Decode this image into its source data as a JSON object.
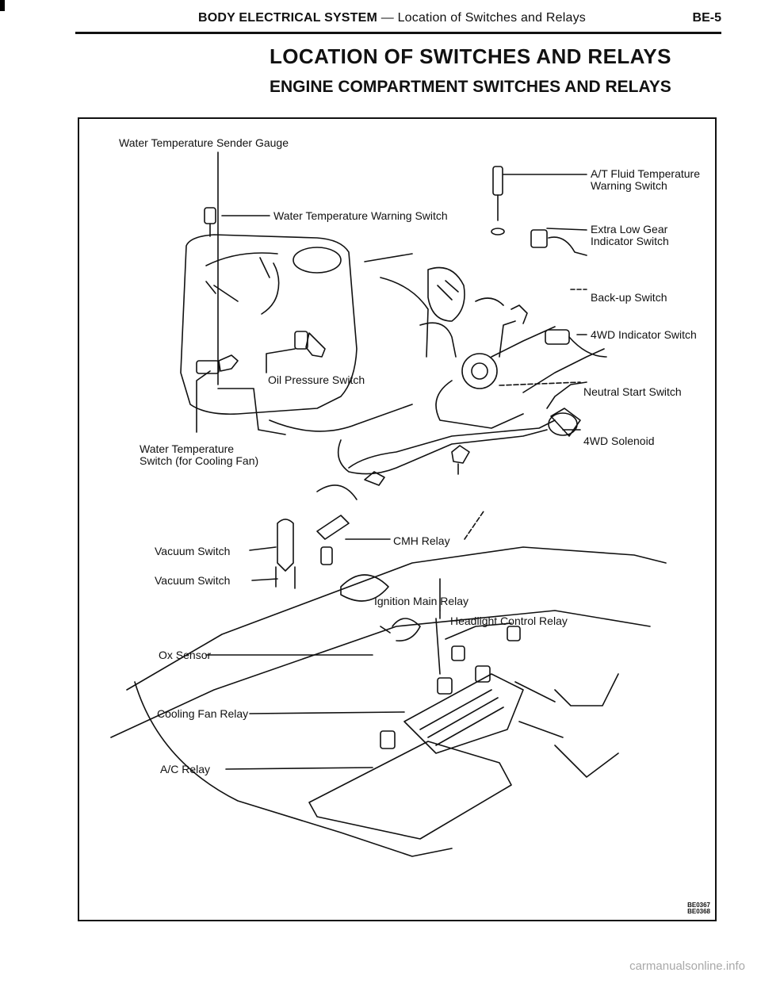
{
  "header": {
    "section": "BODY ELECTRICAL SYSTEM",
    "subtitle": "— Location of Switches and Relays",
    "page_number": "BE-5"
  },
  "title": "LOCATION OF SWITCHES AND RELAYS",
  "section_title": "ENGINE COMPARTMENT SWITCHES AND RELAYS",
  "figure": {
    "labels": {
      "water_temp_sender_gauge": "Water Temperature Sender Gauge",
      "water_temp_warning_switch": "Water Temperature Warning Switch",
      "at_fluid_temp_line1": "A/T Fluid Temperature",
      "at_fluid_temp_line2": "Warning Switch",
      "extra_low_gear_line1": "Extra Low Gear",
      "extra_low_gear_line2": "Indicator Switch",
      "backup_switch": "Back-up Switch",
      "indicator_4wd": "4WD Indicator Switch",
      "neutral_start": "Neutral Start Switch",
      "oil_pressure": "Oil Pressure Switch",
      "solenoid_4wd": "4WD Solenoid",
      "water_temp_fan_line1": "Water Temperature",
      "water_temp_fan_line2": "Switch (for Cooling Fan)",
      "vacuum_switch_1": "Vacuum Switch",
      "vacuum_switch_2": "Vacuum Switch",
      "cmh_relay": "CMH Relay",
      "ignition_main_relay": "Ignition Main Relay",
      "headlight_control_relay": "Headlight Control Relay",
      "ox_sensor": "Ox Sensor",
      "cooling_fan_relay": "Cooling Fan Relay",
      "ac_relay": "A/C Relay"
    },
    "codes": [
      "BE0367",
      "BE0368"
    ]
  },
  "watermark": "carmanualsonline.info"
}
